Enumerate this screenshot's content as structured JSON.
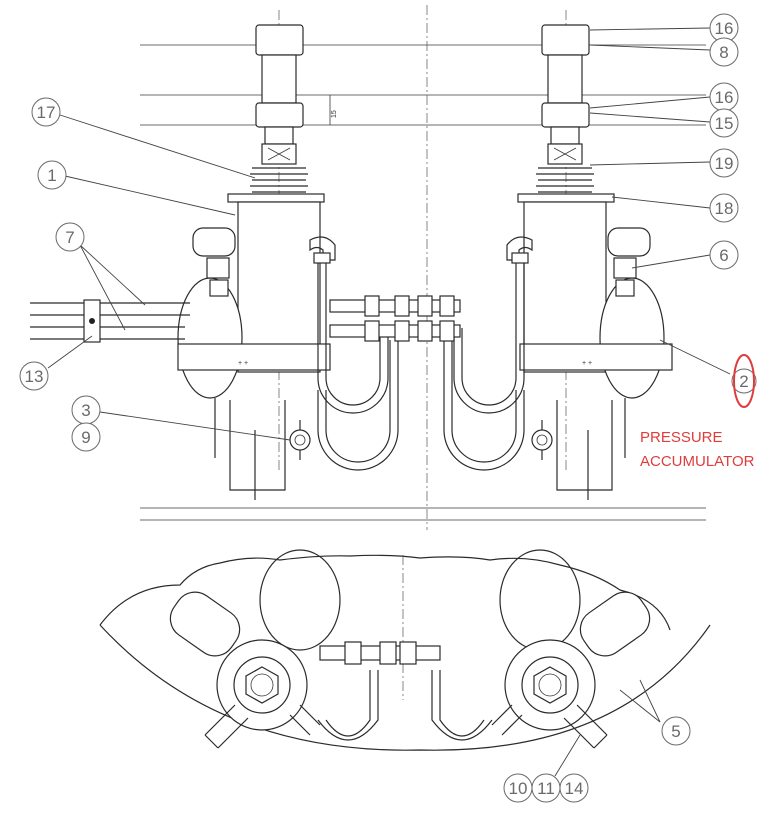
{
  "callouts": {
    "c16a": "16",
    "c8": "8",
    "c16b": "16",
    "c15": "15",
    "c17": "17",
    "c1": "1",
    "c19": "19",
    "c18": "18",
    "c7": "7",
    "c6": "6",
    "c13": "13",
    "c2": "2",
    "c3": "3",
    "c9": "9",
    "c5": "5",
    "c10": "10",
    "c11": "11",
    "c14": "14"
  },
  "dimension": "15",
  "annotation": {
    "line1": "PRESSURE",
    "line2": "ACCUMULATOR",
    "highlight_color": "#e03c3c"
  }
}
